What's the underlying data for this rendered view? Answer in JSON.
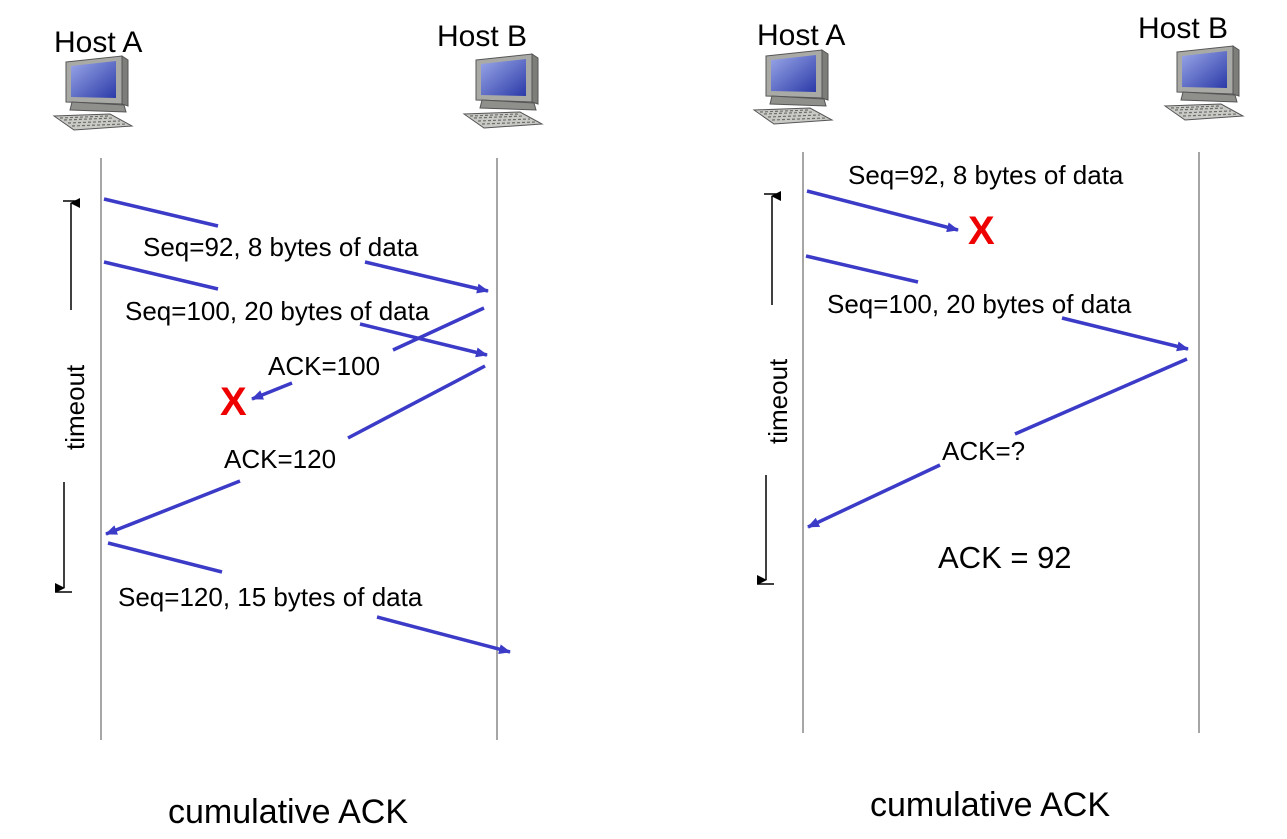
{
  "colors": {
    "arrow": "#3b3bc8",
    "loss_mark": "#ee0000",
    "timeline": "#888888",
    "text": "#000000"
  },
  "icons": {
    "host": "desktop-computer-icon"
  },
  "diagrams": [
    {
      "host_a": "Host A",
      "host_b": "Host B",
      "timeout_label": "timeout",
      "messages": {
        "seq92": "Seq=92, 8 bytes of data",
        "seq100": "Seq=100, 20 bytes of data",
        "ack100": "ACK=100",
        "ack120": "ACK=120",
        "seq120": "Seq=120,  15 bytes of data"
      },
      "loss_mark": "X",
      "caption": "cumulative ACK"
    },
    {
      "host_a": "Host A",
      "host_b": "Host B",
      "timeout_label": "timeout",
      "messages": {
        "seq92": "Seq=92, 8 bytes of data",
        "seq100": "Seq=100, 20 bytes of data",
        "ack_q": "ACK=?",
        "ack92": "ACK = 92"
      },
      "loss_mark": "X",
      "caption": "cumulative ACK"
    }
  ]
}
